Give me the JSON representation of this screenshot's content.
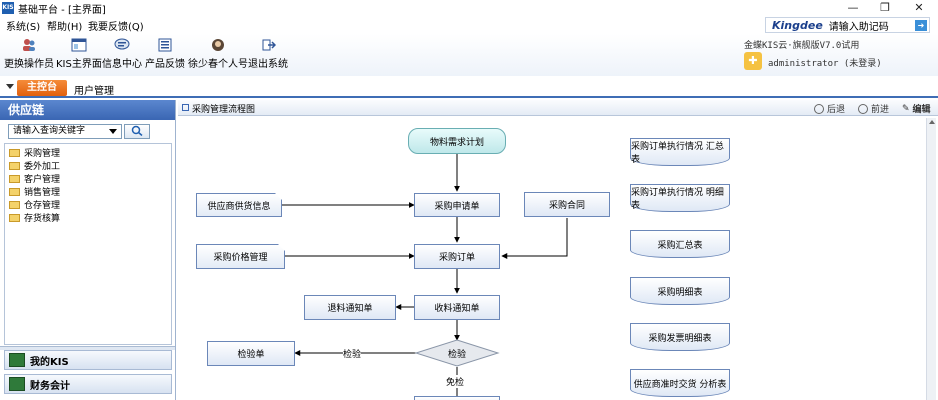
{
  "window": {
    "app_icon": "KIS",
    "title": "基础平台 - [主界面]",
    "minimize": "—",
    "restore": "❐",
    "close": "✕"
  },
  "menu": {
    "items": [
      "系统(S)",
      "帮助(H)",
      "我要反馈(Q)"
    ]
  },
  "search": {
    "brand": "Kingdee",
    "placeholder": "请输入助记码",
    "go_icon": "arrow-right-icon"
  },
  "toolbar": {
    "buttons": [
      {
        "label": "更换操作员",
        "icon": "users-icon"
      },
      {
        "label": "KIS主界面",
        "icon": "window-icon"
      },
      {
        "label": "信息中心",
        "icon": "message-icon"
      },
      {
        "label": "产品反馈",
        "icon": "list-icon"
      },
      {
        "label": "徐少春个人号",
        "icon": "person-icon"
      },
      {
        "label": "退出系统",
        "icon": "exit-icon"
      }
    ],
    "version": "金蝶KIS云·旗舰版V7.0试用",
    "user": "administrator (未登录)"
  },
  "tabs": {
    "main": "主控台",
    "user_mgmt": "用户管理"
  },
  "leftpanel": {
    "title": "供应链",
    "search_placeholder": "请输入查询关键字",
    "search_icon": "search-icon",
    "tree": [
      "采购管理",
      "委外加工",
      "客户管理",
      "销售管理",
      "仓存管理",
      "存货核算"
    ],
    "sections": [
      "我的KIS",
      "财务会计"
    ]
  },
  "mainpanel": {
    "title": "采购管理流程图",
    "back": "后退",
    "forward": "前进",
    "edit": "编辑"
  },
  "flow": {
    "start": "物料需求计划",
    "supplier_info": "供应商供货信息",
    "purchase_request": "采购申请单",
    "purchase_contract": "采购合同",
    "price_mgmt": "采购价格管理",
    "purchase_order": "采购订单",
    "return_notice": "退料通知单",
    "receive_notice": "收料通知单",
    "inspection_doc": "检验单",
    "inspect_decision": "检验",
    "inspect_edge": "检验",
    "exempt_edge": "免检"
  },
  "reports": [
    "采购订单执行情况 汇总表",
    "采购订单执行情况 明细表",
    "采购汇总表",
    "采购明细表",
    "采购发票明细表",
    "供应商准时交货 分析表"
  ],
  "colors": {
    "accent_blue": "#3f6db5",
    "tab_orange": "#e2600d",
    "start_node": "#bfe8ea"
  }
}
